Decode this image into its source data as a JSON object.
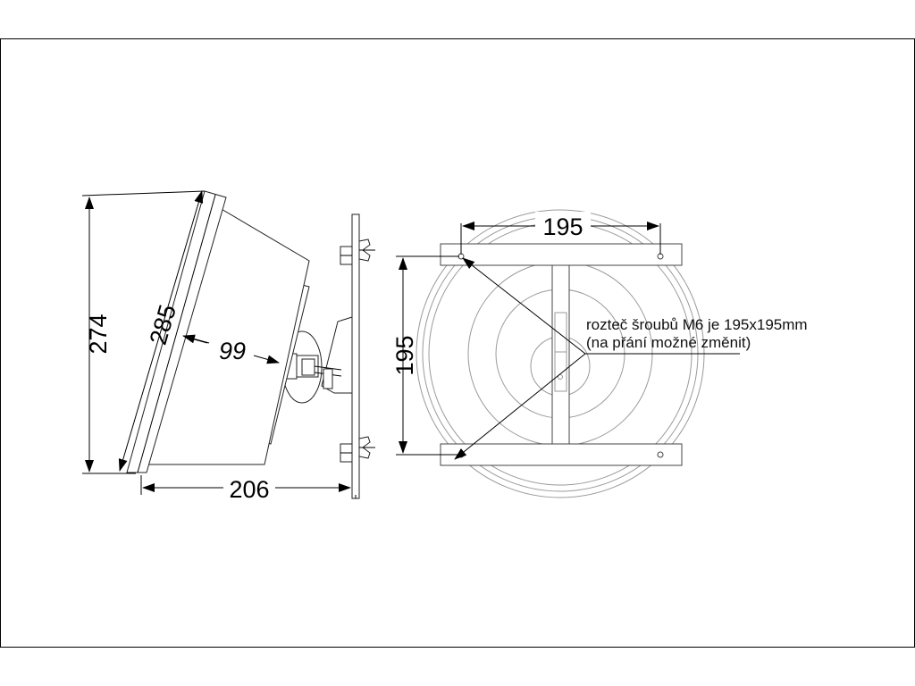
{
  "dimensions": {
    "side_height": "274",
    "side_slant": "285",
    "side_depth": "99",
    "side_width": "206",
    "front_top": "195",
    "front_left": "195"
  },
  "note": {
    "line1": "rozteč šroubů M6 je 195x195mm",
    "line2": "(na přání možné změnit)"
  }
}
